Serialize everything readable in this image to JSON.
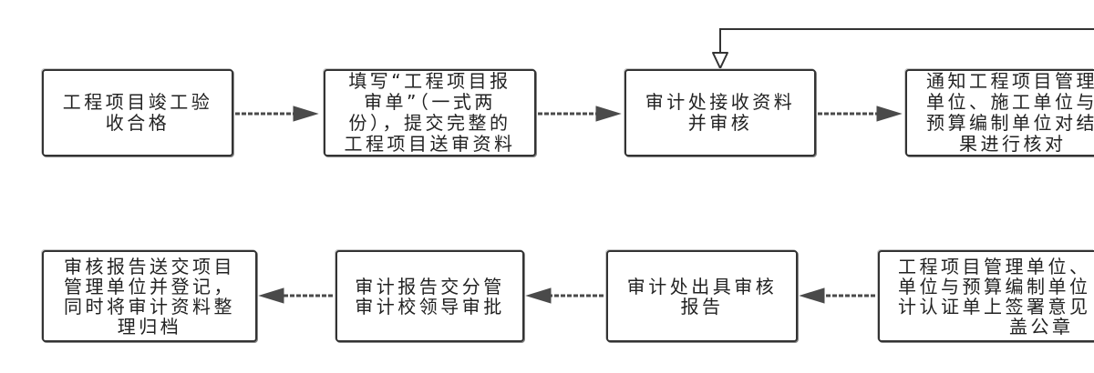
{
  "diagram": {
    "top_row": [
      {
        "lines": [
          "工程项目竣工验",
          "收合格"
        ]
      },
      {
        "lines": [
          "填写“工程项目报",
          "审单”（一式两",
          "份），提交完整的",
          "工程项目送审资料"
        ]
      },
      {
        "lines": [
          "审计处接收资料",
          "并审核"
        ]
      },
      {
        "lines": [
          "通知工程项目管理",
          "单位、施工单位与",
          "预算编制单位对结",
          "果进行核对"
        ]
      }
    ],
    "bottom_row": [
      {
        "lines": [
          "审核报告送交项目",
          "管理单位并登记，",
          "同时将审计资料整",
          "理归档"
        ]
      },
      {
        "lines": [
          "审计报告交分管",
          "审计校领导审批"
        ]
      },
      {
        "lines": [
          "审计处出具审核",
          "报告"
        ]
      },
      {
        "lines": [
          "工程项目管理单位、",
          "单位与预算编制单位",
          "计认证单上签署意见",
          "盖公章"
        ]
      }
    ],
    "colors": {
      "box_border": "#333333",
      "connector": "#4a4a4a",
      "feedback_line": "#333333",
      "text": "#222222",
      "background": "#ffffff"
    }
  }
}
